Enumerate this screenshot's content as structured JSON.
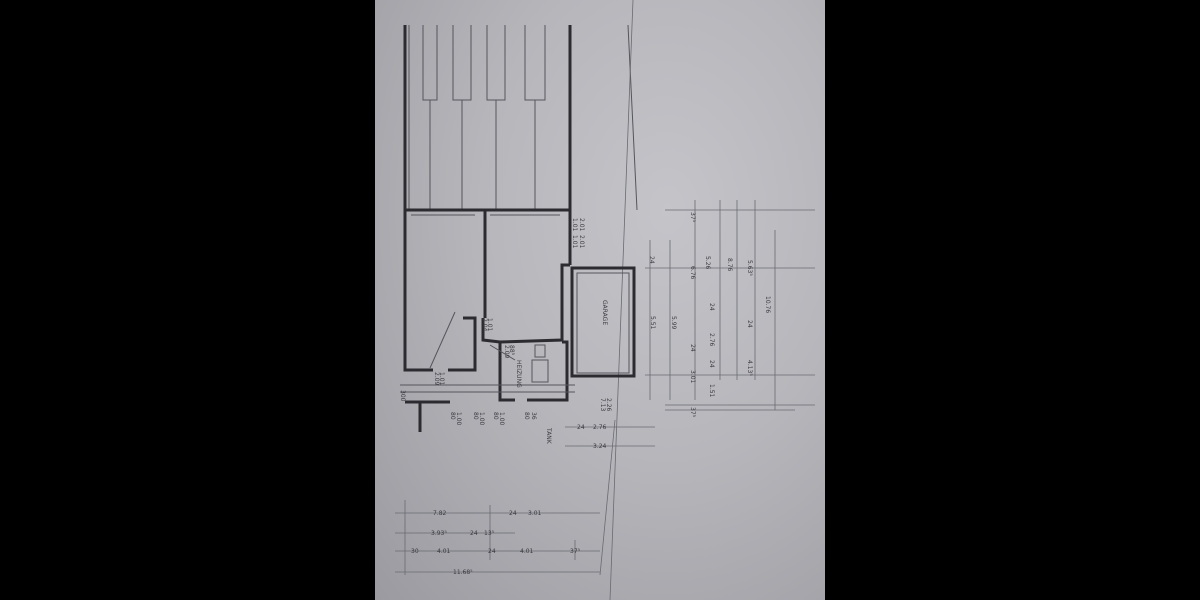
{
  "rooms": {
    "garage": "GARAGE",
    "heating": "HEIZUNG",
    "tank": "TANK"
  },
  "dimensions": {
    "d1": "1.01",
    "d2": "2.01",
    "d3": "1.01",
    "d4": "2.01",
    "d5": "24",
    "d6": "5.51",
    "d7": "5.99",
    "d8": "6.76",
    "d9": "5.26",
    "d10": "8.76",
    "d11": "5.63⁵",
    "d12": "10.76",
    "d13": "37⁵",
    "d14": "24",
    "d15": "2.76",
    "d16": "24",
    "d17": "24",
    "d18": "3.01",
    "d19": "1.51",
    "d20": "4.13⁵",
    "d21": "37⁵",
    "d22": "24",
    "d23": "2.76",
    "d24": "24",
    "d25": "3.24",
    "d26": "1.01",
    "d27": "2.04",
    "d28": "88⁵",
    "d29": "2.09",
    "d30": "1.01",
    "d31": "2.09",
    "d32": "1.00",
    "d33": "80",
    "d34": "1.00",
    "d35": "80",
    "d36": "1.00",
    "d37": "80",
    "d38": "36",
    "d39": "80",
    "d40": "2.26",
    "d41": "7.13",
    "d42": "7.82",
    "d43": "24",
    "d44": "3.01",
    "d45": "3.93⁵",
    "d46": "24",
    "d47": "13⁵",
    "d48": "30",
    "d49": "4.01",
    "d50": "24",
    "d51": "4.01",
    "d52": "37⁵",
    "d53": "11.68⁵",
    "d54": "300"
  }
}
